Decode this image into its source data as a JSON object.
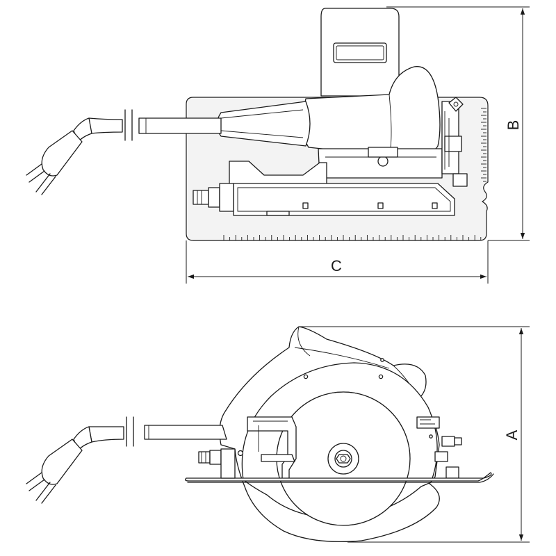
{
  "dimensions": {
    "a": "A",
    "b": "B",
    "c": "C"
  },
  "colors": {
    "line": "#1a1a1a",
    "background": "#ffffff",
    "shade": "#f3f3f3"
  }
}
